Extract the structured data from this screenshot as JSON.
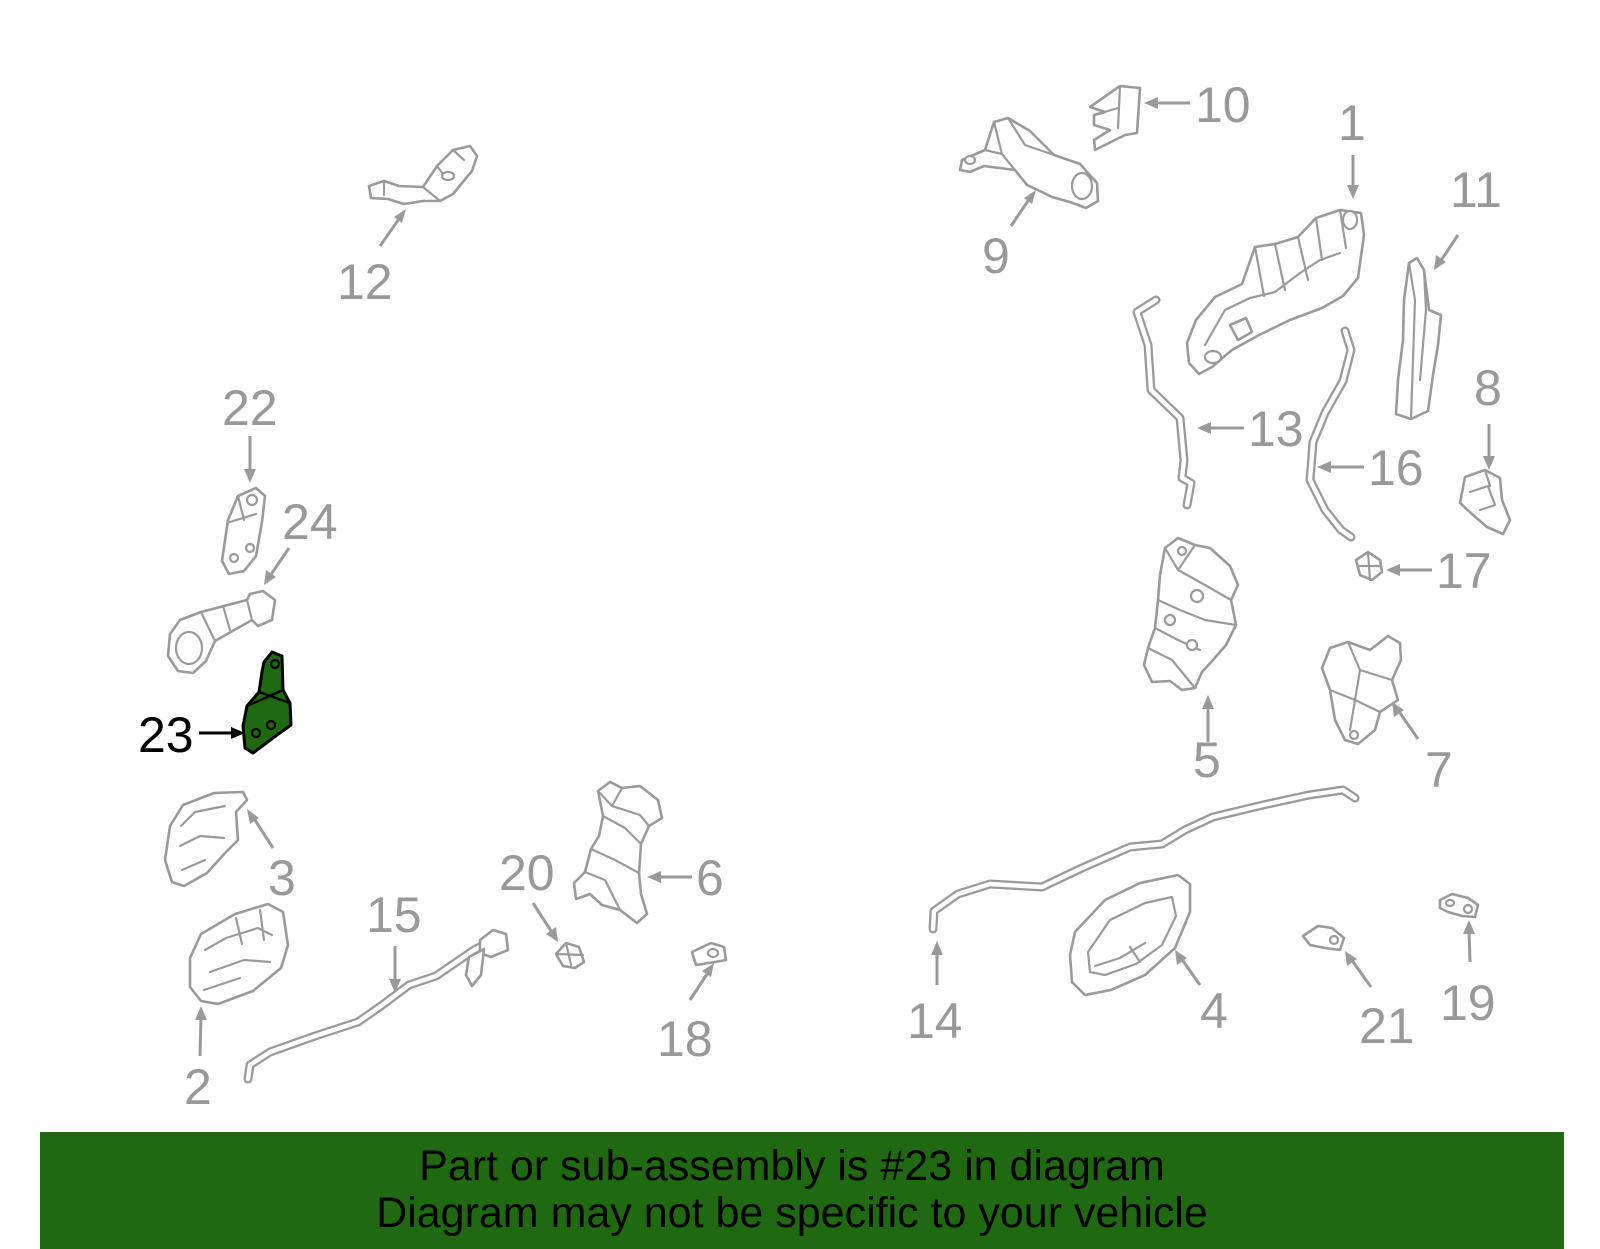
{
  "labels": {
    "p1": "1",
    "p2": "2",
    "p3": "3",
    "p4": "4",
    "p5": "5",
    "p6": "6",
    "p7": "7",
    "p8": "8",
    "p9": "9",
    "p10": "10",
    "p11": "11",
    "p12": "12",
    "p13": "13",
    "p14": "14",
    "p15": "15",
    "p16": "16",
    "p17": "17",
    "p18": "18",
    "p19": "19",
    "p20": "20",
    "p21": "21",
    "p22": "22",
    "p23": "23",
    "p24": "24"
  },
  "highlighted_part": "23",
  "colors": {
    "highlight": "#1f6a10",
    "parts": "#9a9a9a",
    "labels": "#999999"
  },
  "banner": {
    "line1": "Part or sub-assembly is #23 in diagram",
    "line2": "Diagram may not be specific to your vehicle"
  }
}
